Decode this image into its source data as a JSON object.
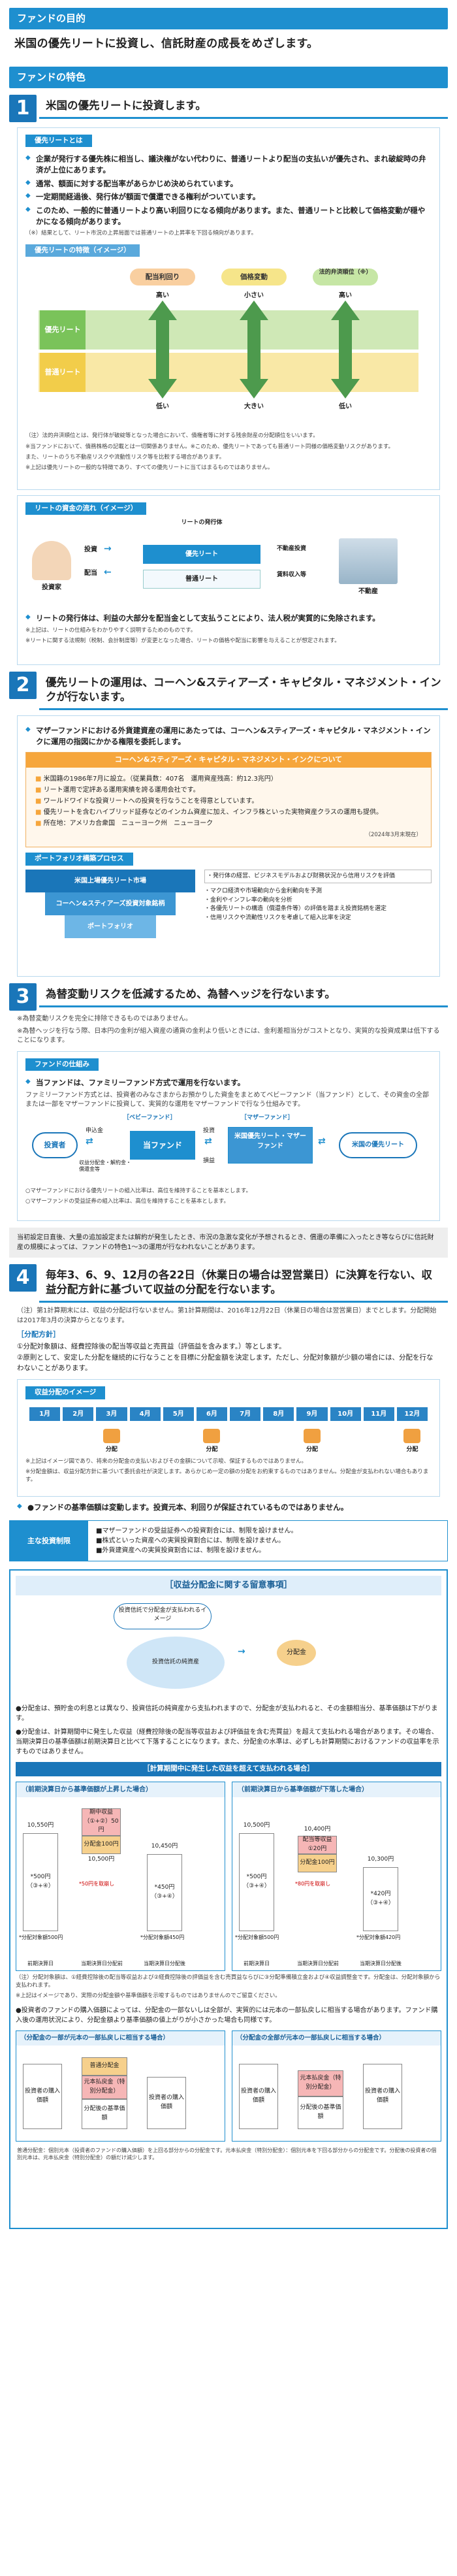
{
  "objective": {
    "bar": "ファンドの目的",
    "lead": "米国の優先リートに投資し、信託財産の成長をめざします。"
  },
  "features": {
    "bar": "ファンドの特色"
  },
  "f1": {
    "num": "1",
    "title": "米国の優先リートに投資します。",
    "tag": "優先リートとは",
    "bullets": [
      "企業が発行する優先株に相当し、議決権がない代わりに、普通リートより配当の支払いが優先され、まれ破綻時の弁済が上位にあります。",
      "通常、額面に対する配当率があらかじめ決められています。",
      "一定期間経過後、発行体が額面で償還できる権利がついています。",
      "このため、一般的に普通リートより高い利回りになる傾向があります。また、普通リートと比較して価格変動が穏やかになる傾向があります。"
    ],
    "bullet_note": "（※）結果として、リート市況の上昇局面では普通リートの上昇率を下回る傾向があります。",
    "img_title": "優先リートの特徴（イメージ）",
    "cols": [
      "配当利回り",
      "価格変動",
      "法的弁済順位（※）"
    ],
    "tops": [
      "高い",
      "小さい",
      "高い"
    ],
    "bottoms": [
      "低い",
      "大きい",
      "低い"
    ],
    "rows": [
      "優先リート",
      "普通リート"
    ],
    "img_note": "（注）法的弁済順位とは、発行体が破綻等となった場合において、債権者等に対する残余財産の分配順位をいいます。",
    "notes": [
      "※当ファンドにおいて、債務株格の記載とは一切関係ありません。※このため、優先リートであっても普通リート同様の価格変動リスクがあります。",
      "また、リートのうち不動産リスクや流動性リスク等を比較する場合があります。",
      "※上記は優先リートの一般的な特徴であり、すべての優先リートに当てはまるものではありません。"
    ],
    "flow_title": "リートの資金の流れ（イメージ）",
    "flow": {
      "investor": "投資家",
      "issuer": "リートの発行体",
      "pref": "優先リート",
      "common": "普通リート",
      "re": "不動産投資",
      "realty": "不動産",
      "inv": "投資",
      "div": "配当",
      "rent": "賃料収入等"
    },
    "flow_bullets": [
      "リートの発行体は、利益の大部分を配当金として支払うことにより、法人税が実質的に免除されます。"
    ],
    "flow_notes": [
      "※上記は、リートの仕組みをわかりやすく説明するためのものです。",
      "※リートに関する法規制（税制、会計制度等）が変更となった場合、リートの価格や配当に影響を与えることが想定されます。"
    ]
  },
  "f2": {
    "num": "2",
    "title": "優先リートの運用は、コーヘン&スティアーズ・キャピタル・マネジメント・インクが行ないます。",
    "lead": "マザーファンドにおける外貨建資産の運用にあたっては、コーヘン&スティアーズ・キャピタル・マネジメント・インクに運用の指図にかかる権限を委託します。",
    "box_title": "コーヘン&スティアーズ・キャピタル・マネジメント・インクについて",
    "items": [
      "米国籍の1986年7月に設立。（従業員数：407名　運用資産残高：約12.3兆円）",
      "リート運用で定評ある運用実績を誇る運用会社です。",
      "ワールドワイドな投資リートへの投資を行なうことを得意としています。",
      "優先リートを含むハイブリッド証券などのインカム資産に加え、インフラ株といった実物資産クラスの運用も提供。",
      "所在地：アメリカ合衆国　ニューヨーク州　ニューヨーク"
    ],
    "box_note": "（2024年3月末現在）",
    "proc_title": "ポートフォリオ構築プロセス",
    "funnel": [
      "米国上場優先リート市場",
      "コーヘン&スティアーズ投資対象銘柄",
      "ポートフォリオ"
    ],
    "proc_notes": [
      "・発行体の経営、ビジネスモデルおよび財務状況から信用リスクを評価",
      "・マクロ経済や市場動向から金利動向を予測",
      "・金利やインフレ率の動向を分析",
      "・各優先リートの構造（償還条件等）の評価を踏まえ投資銘柄を選定",
      "・信用リスクや流動性リスクを考慮して組入比率を決定"
    ]
  },
  "f3": {
    "num": "3",
    "title": "為替変動リスクを低減するため、為替ヘッジを行ないます。",
    "lines": [
      "※為替変動リスクを完全に排除できるものではありません。",
      "※為替ヘッジを行なう際、日本円の金利が組入資産の通貨の金利より低いときには、金利差相当分がコストとなり、実質的な投資成果は低下することになります。"
    ],
    "tag": "ファンドの仕組み",
    "lead": "当ファンドは、ファミリーファンド方式で運用を行ないます。",
    "desc": "ファミリーファンド方式とは、投資者のみなさまからお預かりした資金をまとめてベビーファンド（当ファンド）として、その資金の全部または一部をマザーファンドに投資して、実質的な運用をマザーファンドで行なう仕組みです。",
    "labels": {
      "baby": "［ベビーファンド］",
      "mother": "［マザーファンド］",
      "investor": "投資者",
      "fund": "当ファンド",
      "mf": "米国優先リート・マザーファンド",
      "target": "米国の優先リート",
      "app": "申込金",
      "redeem": "収益分配金・解約金・償還金等",
      "inv": "投資",
      "ret": "損益"
    },
    "notes": [
      "○マザーファンドにおける優先リートの組入比率は、高位を維持することを基本とします。",
      "○マザーファンドの受益証券の組入比率は、高位を維持することを基本とします。"
    ]
  },
  "band": "当初設定日直後、大量の追加設定または解約が発生したとき、市況の急激な変化が予想されるとき、償還の準備に入ったとき等ならびに信託財産の規模によっては、ファンドの特色1～3の運用が行なわれないことがあります。",
  "f4": {
    "num": "4",
    "title": "毎年3、6、9、12月の各22日（休業日の場合は翌営業日）に決算を行ない、収益分配方針に基づいて収益の分配を行ないます。",
    "note": "（注）第1計算期末には、収益の分配は行ないません。第1計算期間は、2016年12月22日（休業日の場合は翌営業日）までとします。分配開始は2017年3月の決算からとなります。",
    "policy_title": "［分配方針］",
    "policy": [
      "①分配対象額は、経費控除後の配当等収益と売買益（評価益を含みます。）等とします。",
      "②原則として、安定した分配を継続的に行なうことを目標に分配金額を決定します。ただし、分配対象額が少額の場合には、分配を行なわないことがあります。"
    ],
    "img_title": "収益分配のイメージ",
    "months": [
      "1月",
      "2月",
      "3月",
      "4月",
      "5月",
      "6月",
      "7月",
      "8月",
      "9月",
      "10月",
      "11月",
      "12月"
    ],
    "dist": "分配",
    "notes": [
      "※上記はイメージ図であり、将来の分配金の支払いおよびその金額について示唆、保証するものではありません。",
      "※分配金額は、収益分配方針に基づいて委託会社が決定します。あらかじめ一定の額の分配をお約束するものではありません。分配金が支払われない場合もあります。",
      "●ファンドの基準価額は変動します。投資元本、利回りが保証されているものではありません。"
    ]
  },
  "restrict": {
    "label": "主な投資制限",
    "items": [
      "■マザーファンドの受益証券への投資割合には、制限を設けません。",
      "■株式といった資産への実質投資割合には、制限を設けません。",
      "■外貨建資産への実質投資割合には、制限を設けません。"
    ]
  },
  "caution": {
    "title": "［収益分配金に関する留意事項］",
    "bubble1": "投資信託で分配金が支払われるイメージ",
    "bubble2": "投資信託の純資産",
    "bubble3": "分配金",
    "text1": "●分配金は、預貯金の利息とは異なり、投資信託の純資産から支払われますので、分配金が支払われると、その金額相当分、基準価額は下がります。",
    "text2": "●分配金は、計算期間中に発生した収益（経費控除後の配当等収益および評価益を含む売買益）を超えて支払われる場合があります。その場合、当期決算日の基準価額は前期決算日と比べて下落することになります。また、分配金の水準は、必ずしも計算期間におけるファンドの収益率を示すものではありません。",
    "case_title": "［計算期間中に発生した収益を超えて支払われる場合］",
    "caseA": {
      "title": "（前期決算日から基準価額が上昇した場合）",
      "prev": "10,550円",
      "prevnote": "期中収益（①+②）50円",
      "b1": "*500円（③+④）",
      "dist": "分配金100円",
      "b2": "10,500円",
      "b3": "*450円（③+④）",
      "b4": "10,450円",
      "c1": "前期決算日",
      "c2": "当期決算日分配前",
      "c3": "当期決算日分配後",
      "n1": "*50円を取崩し",
      "n2": "*分配対象額500円",
      "n3": "*分配対象額450円"
    },
    "caseB": {
      "title": "（前期決算日から基準価額が下落した場合）",
      "prev": "10,500円",
      "prevnote": "配当等収益①20円",
      "b1": "*500円（③+④）",
      "dist": "分配金100円",
      "b2": "10,400円",
      "b3": "*420円（③+④）",
      "b4": "10,300円",
      "c1": "前期決算日",
      "c2": "当期決算日分配前",
      "c3": "当期決算日分配後",
      "n1": "*80円を取崩し",
      "n2": "*分配対象額500円",
      "n3": "*分配対象額420円"
    },
    "case_note": "（注）分配対象額は、①経費控除後の配当等収益および②経費控除後の評価益を含む売買益ならびに③分配準備積立金および④収益調整金です。分配金は、分配対象額から支払われます。",
    "case_note2": "※上記はイメージであり、実際の分配金額や基準価額を示唆するものではありませんのでご留意ください。",
    "text3": "●投資者のファンドの購入価額によっては、分配金の一部ないしは全部が、実質的には元本の一部払戻しに相当する場合があります。ファンド購入後の運用状況により、分配金額より基準価額の値上がりが小さかった場合も同様です。",
    "mini1": {
      "title": "（分配金の一部が元本の一部払戻しに相当する場合）",
      "l1": "投資者の購入価額",
      "l2": "普通分配金",
      "l3": "元本払戻金（特別分配金）",
      "l4": "分配後の基準価額",
      "l5": "投資者の購入価額"
    },
    "mini2": {
      "title": "（分配金の全部が元本の一部払戻しに相当する場合）",
      "l1": "投資者の購入価額",
      "l2": "元本払戻金（特別分配金）",
      "l3": "分配後の基準価額",
      "l4": "投資者の購入価額"
    },
    "foot": "普通分配金：個別元本（投資者のファンドの購入価額）を上回る部分からの分配金です。元本払戻金（特別分配金）：個別元本を下回る部分からの分配金です。分配後の投資者の個別元本は、元本払戻金（特別分配金）の額だけ減少します。"
  }
}
